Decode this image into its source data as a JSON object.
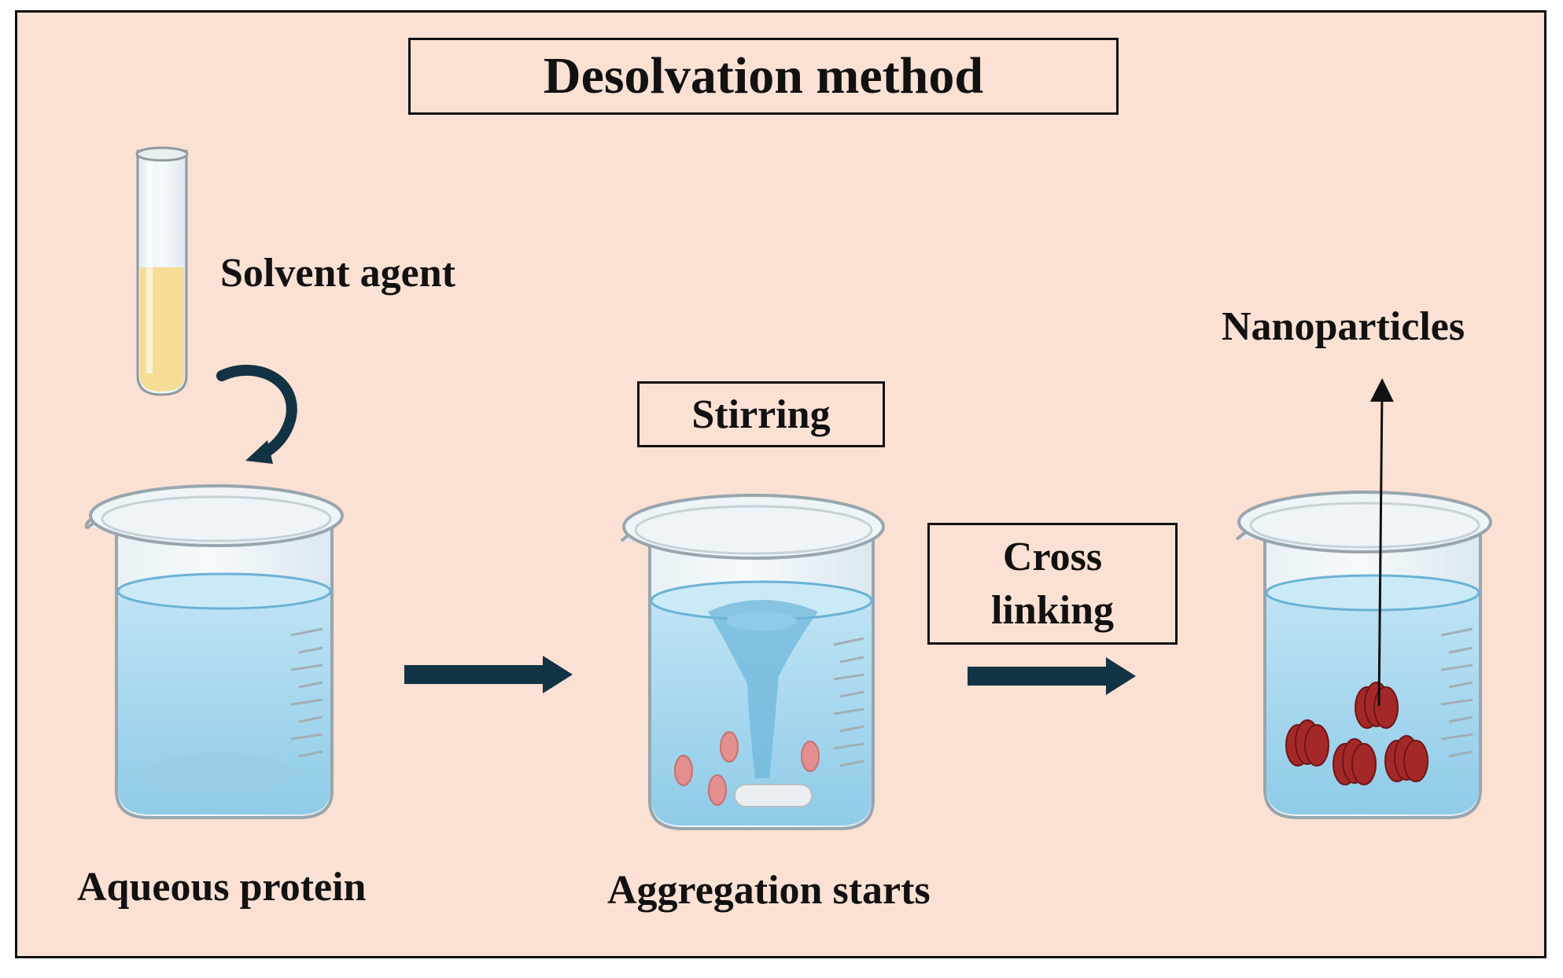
{
  "title": "Desolvation method",
  "labels": {
    "solvent_agent": "Solvent agent",
    "stirring": "Stirring",
    "cross_linking": "Cross\nlinking",
    "nanoparticles": "Nanoparticles",
    "aqueous_protein": "Aqueous protein",
    "aggregation_starts": "Aggregation starts"
  },
  "colors": {
    "background": "#fbe1d3",
    "water": "#a9d8ef",
    "arrow": "#123344",
    "solvent": "#f6dd95",
    "particle_pink": "#e48f8f",
    "nanoparticle": "#a52828"
  }
}
